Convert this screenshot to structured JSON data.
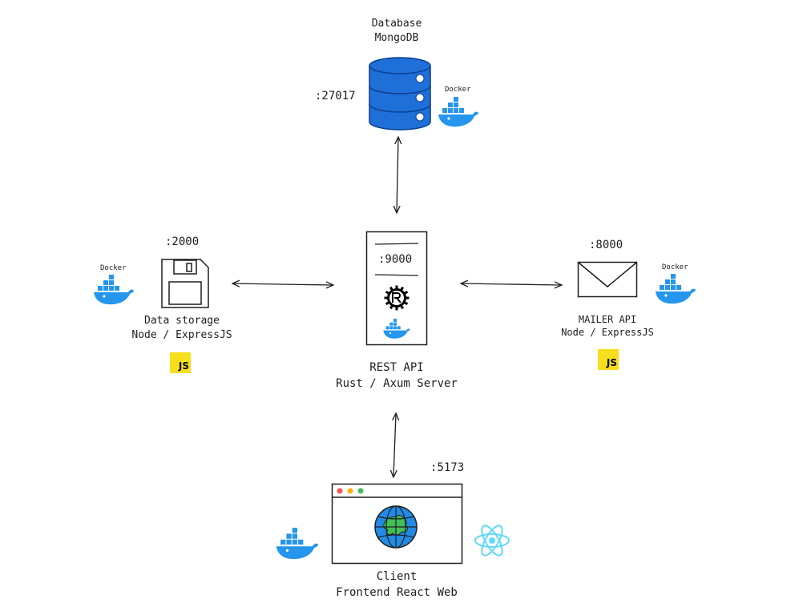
{
  "database": {
    "line1": "Database",
    "line2": "MongoDB",
    "port": ":27017",
    "docker_label": "Docker"
  },
  "api": {
    "port": ":9000",
    "line1": "REST API",
    "line2": "Rust / Axum Server"
  },
  "storage": {
    "port": ":2000",
    "line1": "Data storage",
    "line2": "Node / ExpressJS",
    "docker_label": "Docker",
    "js_label": "JS"
  },
  "mailer": {
    "port": ":8000",
    "line1": "MAILER API",
    "line2": "Node / ExpressJS",
    "docker_label": "Docker",
    "js_label": "JS"
  },
  "client": {
    "port": ":5173",
    "line1": "Client",
    "line2": "Frontend React Web"
  },
  "colors": {
    "docker": "#2496ed",
    "db": "#1e6fd8",
    "react": "#61dafb",
    "js": "#f7df1e",
    "earth_land": "#40c057"
  }
}
